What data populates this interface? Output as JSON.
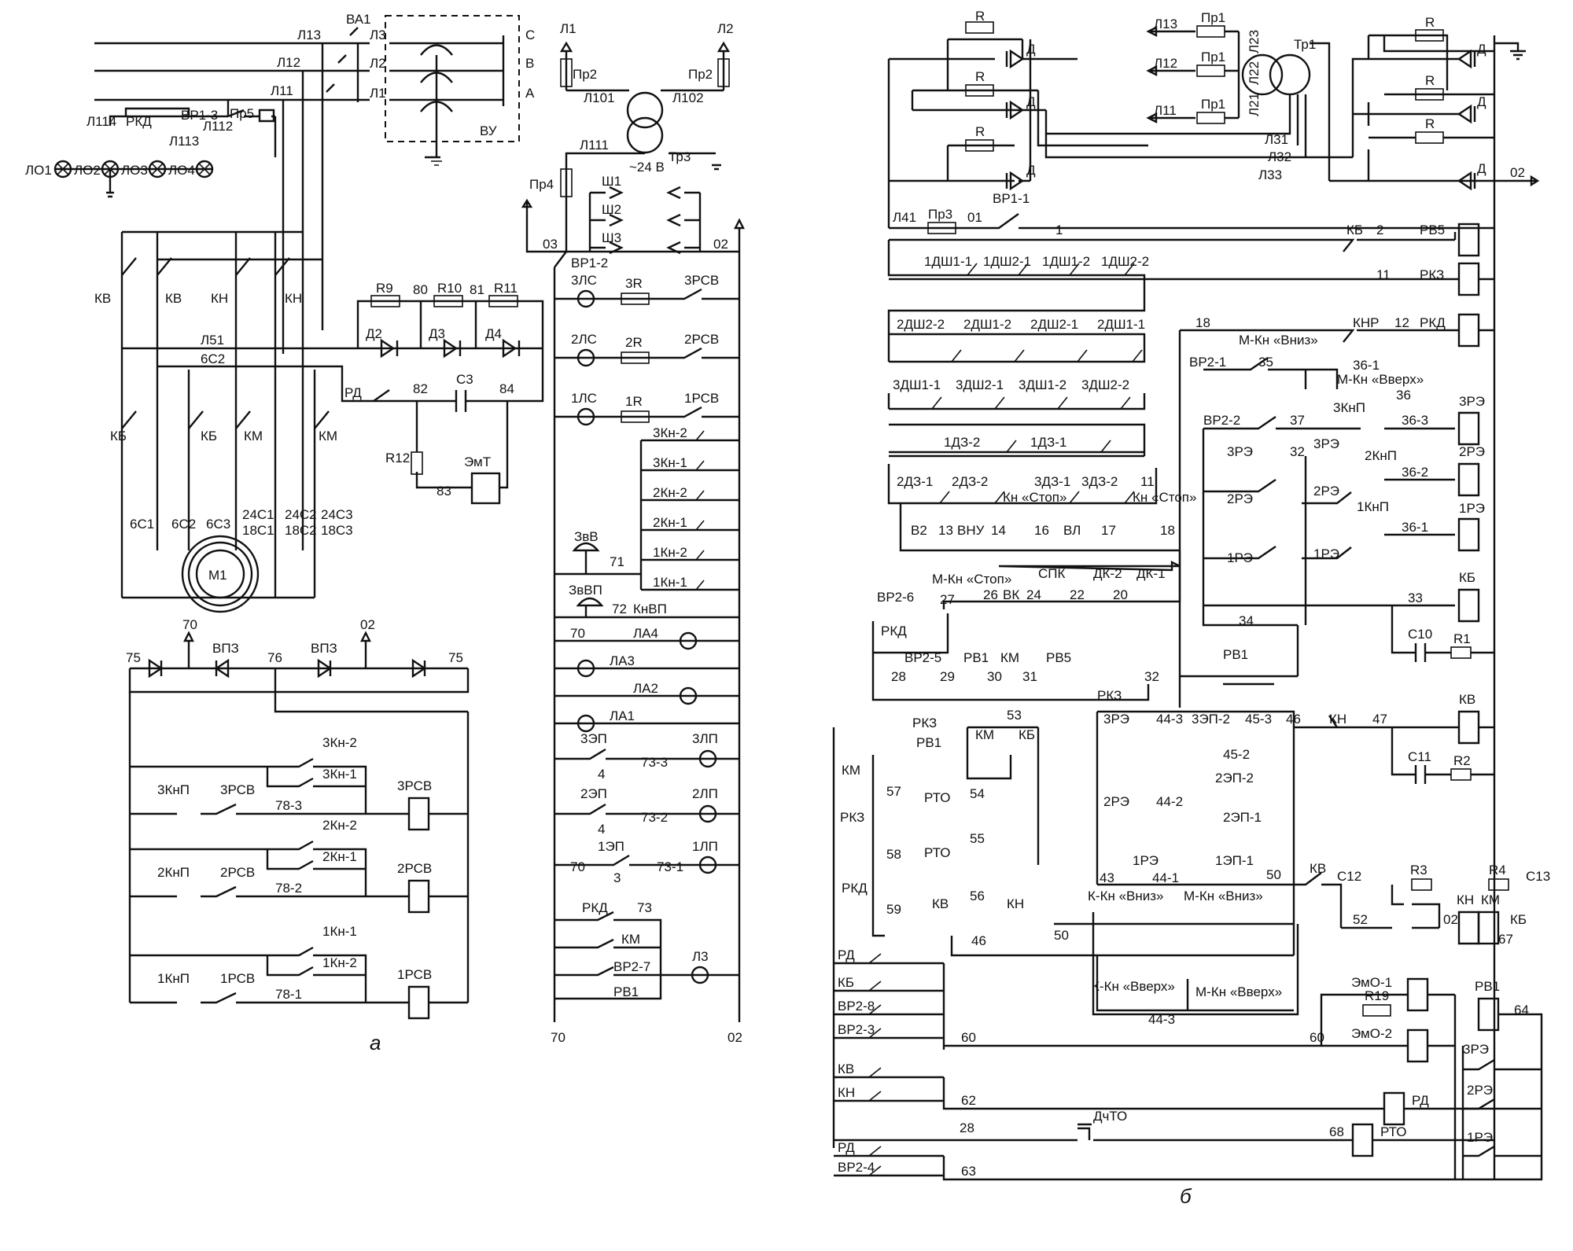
{
  "left_panel": {
    "caption": "а",
    "supply_lines": [
      "Л13",
      "Л12",
      "Л11"
    ],
    "supply_switch": "ВА1",
    "switchboard": {
      "name": "ВУ",
      "phases_in": [
        "Л3",
        "Л2",
        "Л1"
      ],
      "phases_out": [
        "С",
        "В",
        "А"
      ]
    },
    "lamp_branch": {
      "contact": "ВР1-3",
      "relay": "РКД",
      "fuse": "Пр5",
      "wires": [
        "Л114",
        "Л112",
        "Л113"
      ],
      "lamps": [
        "ЛО1",
        "ЛО2",
        "ЛО3",
        "ЛО4"
      ]
    },
    "motor": {
      "name": "М1",
      "windings": [
        "6С1",
        "6С2",
        "6С3",
        "24С1",
        "18С1",
        "24С2",
        "18С2",
        "24С3",
        "18С3"
      ],
      "contactors": [
        "КВ",
        "КВ",
        "КН",
        "КН",
        "КБ",
        "КБ",
        "КМ",
        "КМ"
      ]
    },
    "brake_branch": {
      "wires": [
        "Л51",
        "6С2"
      ],
      "resistors": [
        "R9",
        "R10",
        "R11",
        "R12"
      ],
      "diodes": [
        "Д2",
        "Д3",
        "Д4"
      ],
      "nodes": [
        "80",
        "81",
        "82",
        "83",
        "84"
      ],
      "relay": "РД",
      "capacitor": "С3",
      "coil": "ЭмТ"
    },
    "transformer": {
      "fuses": [
        "Пр2",
        "Пр2",
        "Пр4"
      ],
      "lines": [
        "Л1",
        "Л2",
        "Л101",
        "Л102",
        "Л111"
      ],
      "name": "Тр3",
      "voltage": "~24 В",
      "sockets": [
        "Ш1",
        "Ш2",
        "Ш3"
      ],
      "nodes": [
        "03",
        "02"
      ],
      "contact": "ВР1-2"
    },
    "signal_rows": [
      {
        "lamp": "3ЛС",
        "res": "3R",
        "relay": "3РСВ"
      },
      {
        "lamp": "2ЛС",
        "res": "2R",
        "relay": "2РСВ"
      },
      {
        "lamp": "1ЛС",
        "res": "1R",
        "relay": "1РСВ"
      }
    ],
    "call_buttons": [
      "3Кн-2",
      "3Кн-1",
      "2Кн-2",
      "2Кн-1",
      "1Кн-2",
      "1Кн-1"
    ],
    "bells": {
      "bell1": "ЗвВ",
      "bell2": "ЗвВП",
      "button": "КнВП",
      "nodes": [
        "71",
        "72"
      ]
    },
    "cab_lamps": [
      "ЛА4",
      "ЛА3",
      "ЛА2",
      "ЛА1"
    ],
    "floor_lamps": [
      {
        "contact": "3ЭП",
        "node1": "4",
        "node2": "73-3",
        "lamp": "3ЛП"
      },
      {
        "contact": "2ЭП",
        "node1": "4",
        "node2": "73-2",
        "lamp": "2ЛП"
      },
      {
        "contact": "1ЭП",
        "node1": "3",
        "node2": "73-1",
        "lamp": "1ЛП"
      }
    ],
    "bottom_group": {
      "contacts": [
        "РКД",
        "КМ",
        "ВР2-7",
        "РВ1"
      ],
      "node": "73",
      "lamp": "Л3"
    },
    "rail_labels": {
      "left": "70",
      "right": "02",
      "bottom_left": "70",
      "bottom_right": "02"
    },
    "rectifier": {
      "nodes": [
        "75",
        "70",
        "76",
        "02",
        "75"
      ],
      "switch": "ВПЗ"
    },
    "floor_relays": [
      {
        "button": "3КнП",
        "contact": "3РСВ",
        "wire": "78-3",
        "kn1": "3Кн-2",
        "kn2": "3Кн-1",
        "relay": "3РСВ"
      },
      {
        "button": "2КнП",
        "contact": "2РСВ",
        "wire": "78-2",
        "kn1": "2Кн-2",
        "kn2": "2Кн-1",
        "relay": "2РСВ"
      },
      {
        "button": "1КнП",
        "contact": "1РСВ",
        "wire": "78-1",
        "kn1": "1Кн-1",
        "kn2": "1Кн-2",
        "relay": "1РСВ"
      }
    ]
  },
  "right_panel": {
    "caption": "б",
    "top": {
      "lines": [
        "Л13",
        "Л12",
        "Л11"
      ],
      "fuse": "Пр1",
      "transformer": "Тр1",
      "windings": [
        "Л23",
        "Л22",
        "Л21"
      ],
      "taps": [
        "Л31",
        "Л32",
        "Л33"
      ],
      "resistor": "R",
      "diode": "Д",
      "out_node": "02",
      "fuse2": "Пр3",
      "wire": "Л41",
      "node": "01",
      "switch": "ВР1-1"
    },
    "coils": [
      "РВ5",
      "РКЗ",
      "РКД",
      "3РЭ",
      "2РЭ",
      "1РЭ",
      "КБ",
      "КВ",
      "КН",
      "КМ"
    ],
    "safety_chain": {
      "row1": [
        "1ДШ1-1",
        "1ДШ2-1",
        "1ДШ1-2",
        "1ДШ2-2"
      ],
      "row2": [
        "2ДШ2-2",
        "2ДШ1-2",
        "2ДШ2-1",
        "2ДШ1-1"
      ],
      "row3": [
        "3ДШ1-1",
        "3ДШ2-1",
        "3ДШ1-2",
        "3ДШ2-2"
      ],
      "row4": [
        "1ДЗ-2",
        "1ДЗ-1"
      ],
      "row5": [
        "2ДЗ-1",
        "2ДЗ-2",
        "3ДЗ-1",
        "3ДЗ-2"
      ],
      "row6": [
        "В2",
        "ВНУ",
        "Кн «Стоп»",
        "ВЛ",
        "Кн «Стоп»"
      ],
      "row6_nodes": [
        "13",
        "14",
        "16",
        "17",
        "18"
      ],
      "ctrl": [
        "СПК",
        "ДК-2",
        "ДК-1"
      ],
      "row7": [
        "М-Кн «Стоп»",
        "ВК"
      ],
      "row7_nodes": [
        "26",
        "24",
        "22",
        "20"
      ]
    },
    "nodes_misc": {
      "n1": "1",
      "n2": "2",
      "n11": "11",
      "n12": "12",
      "n18": "18",
      "n35": "35",
      "n36": "36",
      "n37": "37",
      "n32": "32",
      "n33": "33",
      "n34": "34"
    },
    "direction": {
      "kb": "КБ",
      "knr": "КНР",
      "mkn_down": "М-Кн «Вниз»",
      "mkn_up": "М-Кн «Вверх»",
      "vr21": "ВР2-1",
      "vr22": "ВР2-2",
      "kn3": "3КнП",
      "kn2": "2КнП",
      "kn1": "1КнП",
      "r361": "36-1",
      "r363": "36-3",
      "r362": "36-2",
      "r3re": "3РЭ",
      "r2re": "2РЭ",
      "r1re": "1РЭ",
      "c10": "С10",
      "r1": "R1"
    },
    "lower": {
      "vr26": "ВР2-6",
      "rkd": "РКД",
      "n27": "27",
      "vr25": "ВР2-5",
      "rv1": "РВ1",
      "km": "КМ",
      "rv5": "РВ5",
      "n28": "28",
      "n29": "29",
      "n30": "30",
      "n31": "31",
      "n53": "53",
      "rkz": "РКЗ",
      "kb": "КБ",
      "rto": "РТО",
      "n54": "54",
      "n55": "55",
      "n56": "56",
      "n57": "57",
      "n58": "58",
      "n59": "59",
      "kv": "КВ",
      "kn": "КН",
      "n46": "46",
      "n50": "50",
      "floor_sel": {
        "c1": "3РЭ",
        "c2": "2РЭ",
        "c3": "1РЭ",
        "n443": "44-3",
        "n442": "44-2",
        "n441": "44-1",
        "e1": "3ЭП-2",
        "e2": "2ЭП-2",
        "e3": "2ЭП-1",
        "e4": "1ЭП-1",
        "n453": "45-3",
        "n452": "45-2",
        "n43": "43",
        "n46b": "46",
        "n47": "47",
        "kkn_down": "К-Кн «Вниз»",
        "mkn_down": "М-Кн «Вниз»",
        "kkn_up": "К-Кн «Вверх»",
        "mkn_up": "М-Кн «Вверх»"
      },
      "c11": "С11",
      "r2": "R2",
      "c12": "С12",
      "r3": "R3",
      "r4": "R4",
      "c13": "С13",
      "n52": "52",
      "n02": "02",
      "n67": "67"
    },
    "bottom": {
      "left_contacts": [
        "РД",
        "КБ",
        "ВР2-8",
        "ВР2-3",
        "КВ",
        "КН",
        "РД",
        "ВР2-4"
      ],
      "n60": "60",
      "n62": "62",
      "n28": "28",
      "n63": "63",
      "n68": "68",
      "emo1": "ЭмО-1",
      "emo2": "ЭмО-2",
      "r19": "R19",
      "rd": "РД",
      "rto": "РТО",
      "dchto": "ДчТО",
      "rv1": "РВ1",
      "n64": "64",
      "re": [
        "3РЭ",
        "2РЭ",
        "1РЭ"
      ]
    }
  }
}
